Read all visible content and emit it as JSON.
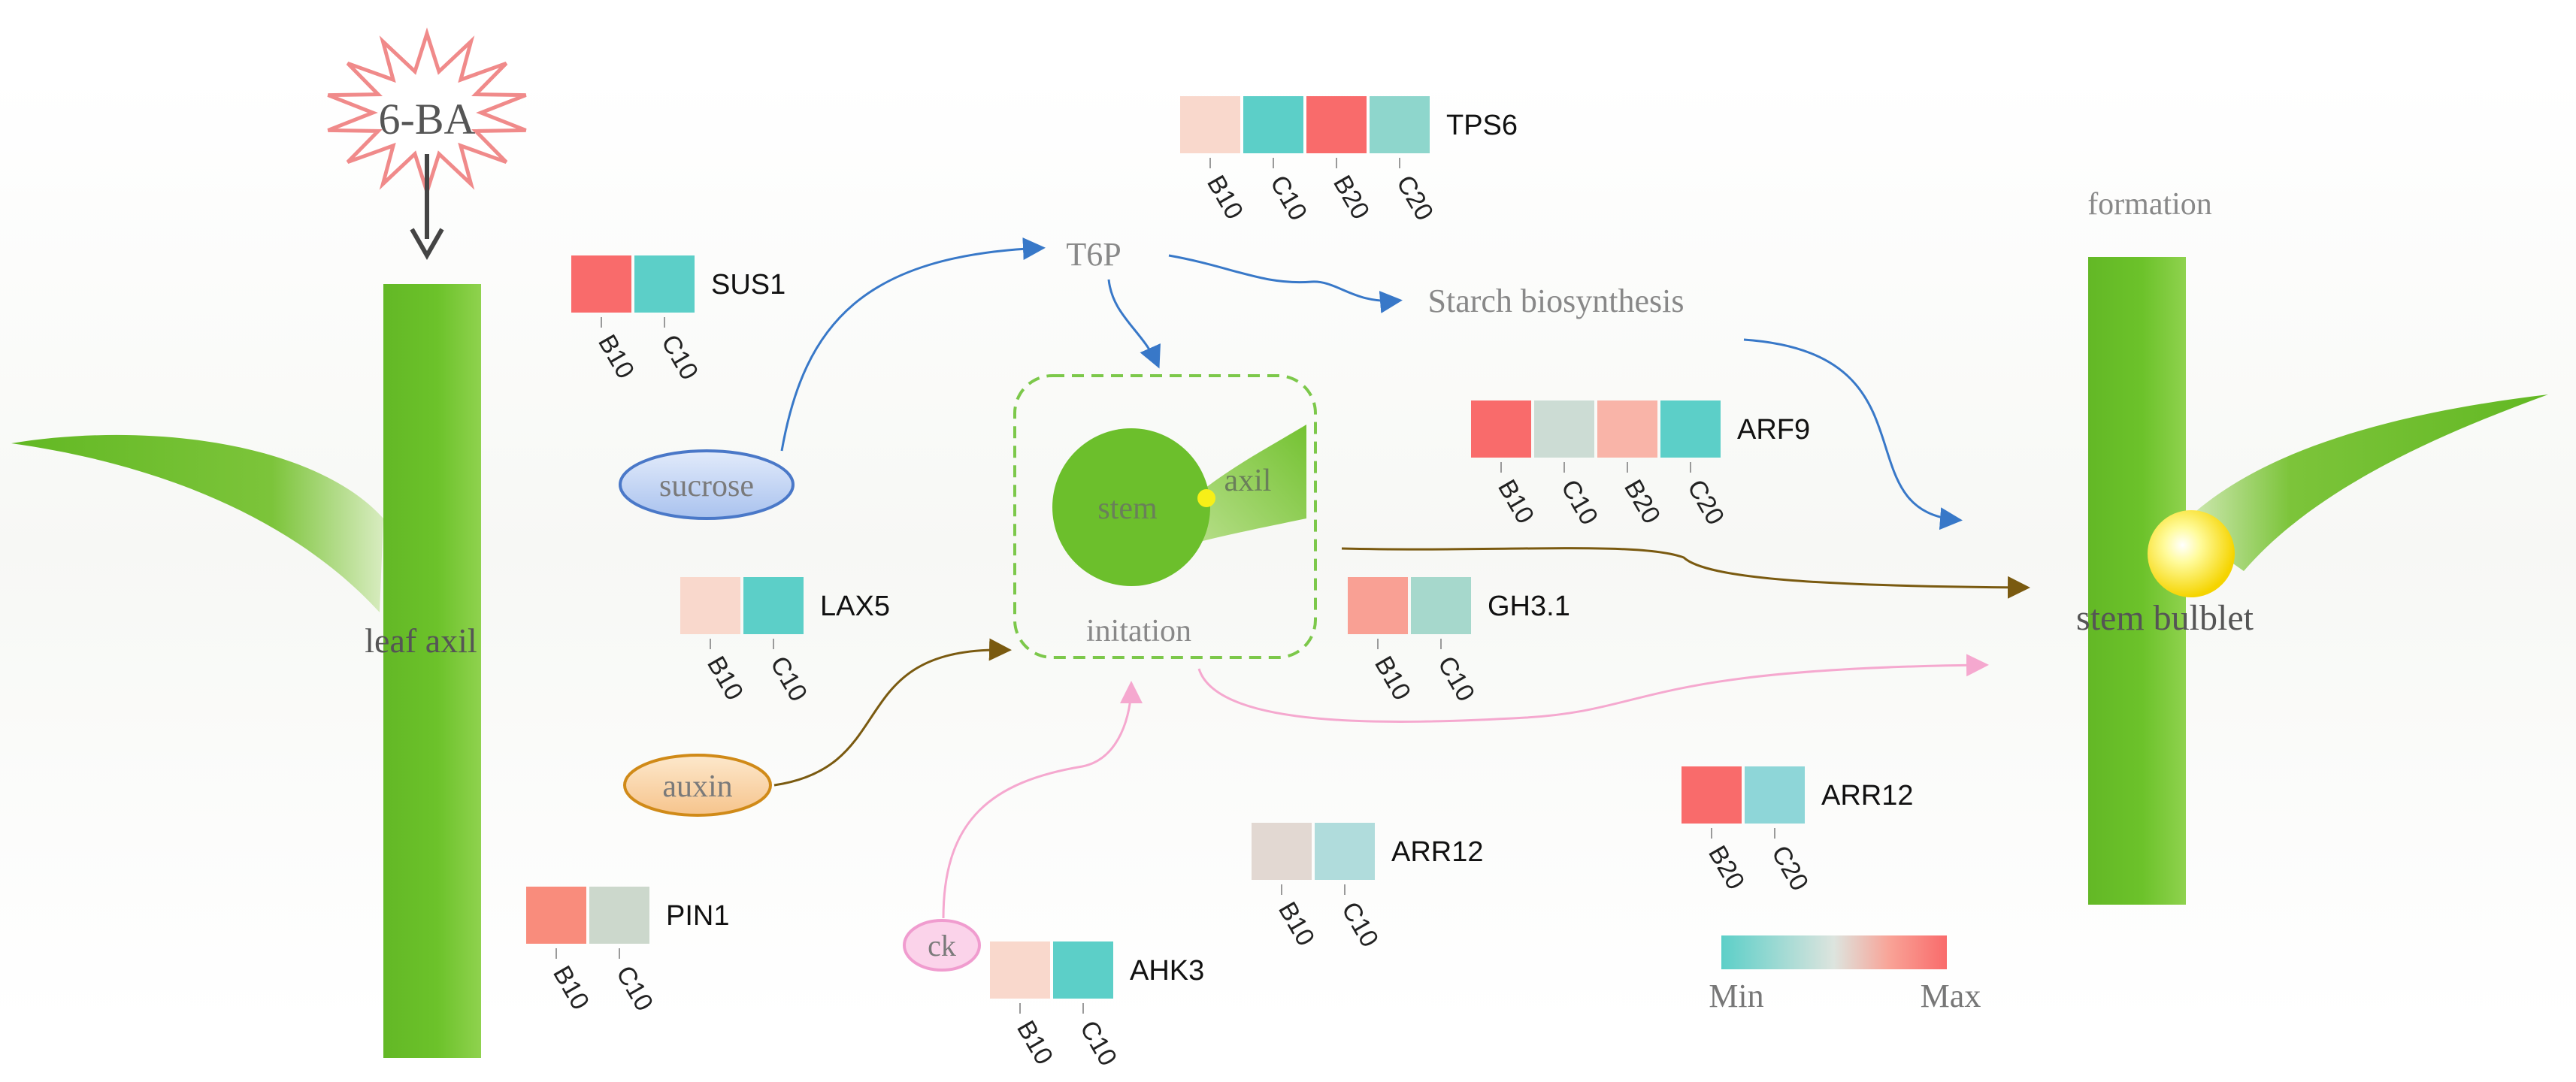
{
  "trigger": {
    "label": "6-BA"
  },
  "left_plant": {
    "label": "leaf axil"
  },
  "right_plant": {
    "stage_label": "formation",
    "bulblet_label": "stem bulblet"
  },
  "metabolites": {
    "sucrose": "sucrose",
    "auxin": "auxin",
    "ck": "ck",
    "t6p": "T6P",
    "starch": "Starch biosynthesis"
  },
  "initiation_box": {
    "stem": "stem",
    "axil": "axil",
    "label": "initation"
  },
  "colors": {
    "min": "#5ccfc8",
    "mid": "#d8e4de",
    "max": "#f96b6b",
    "plant_green": "#6cbf2c",
    "sucrose_arrow": "#3878c8",
    "auxin_arrow": "#7a5a10",
    "ck_arrow": "#f5a8cf"
  },
  "heatmaps": [
    {
      "gene": "SUS1",
      "samples": [
        "B10",
        "C10"
      ],
      "cells": [
        "#f96b6b",
        "#5ccfc8"
      ]
    },
    {
      "gene": "TPS6",
      "samples": [
        "B10",
        "C10",
        "B20",
        "C20"
      ],
      "cells": [
        "#f9d8cc",
        "#5ccfc8",
        "#f96b6b",
        "#8ed6cc"
      ]
    },
    {
      "gene": "ARF9",
      "samples": [
        "B10",
        "C10",
        "B20",
        "C20"
      ],
      "cells": [
        "#f96b6b",
        "#ccdcd4",
        "#f9b4a8",
        "#5ccfc8"
      ]
    },
    {
      "gene": "LAX5",
      "samples": [
        "B10",
        "C10"
      ],
      "cells": [
        "#f9d8cc",
        "#5ccfc8"
      ]
    },
    {
      "gene": "GH3.1",
      "samples": [
        "B10",
        "C10"
      ],
      "cells": [
        "#f9a094",
        "#a6d8cc"
      ]
    },
    {
      "gene": "ARR12",
      "samples": [
        "B10",
        "C10"
      ],
      "cells": [
        "#e2d8d2",
        "#b0dcdc"
      ]
    },
    {
      "gene": "ARR12",
      "samples": [
        "B20",
        "C20"
      ],
      "cells": [
        "#f96b6b",
        "#8ed6d8"
      ]
    },
    {
      "gene": "PIN1",
      "samples": [
        "B10",
        "C10"
      ],
      "cells": [
        "#f98c7c",
        "#ccd8cc"
      ]
    },
    {
      "gene": "AHK3",
      "samples": [
        "B10",
        "C10"
      ],
      "cells": [
        "#f9d8cc",
        "#5ccfc8"
      ]
    }
  ],
  "legend": {
    "min_label": "Min",
    "max_label": "Max"
  }
}
